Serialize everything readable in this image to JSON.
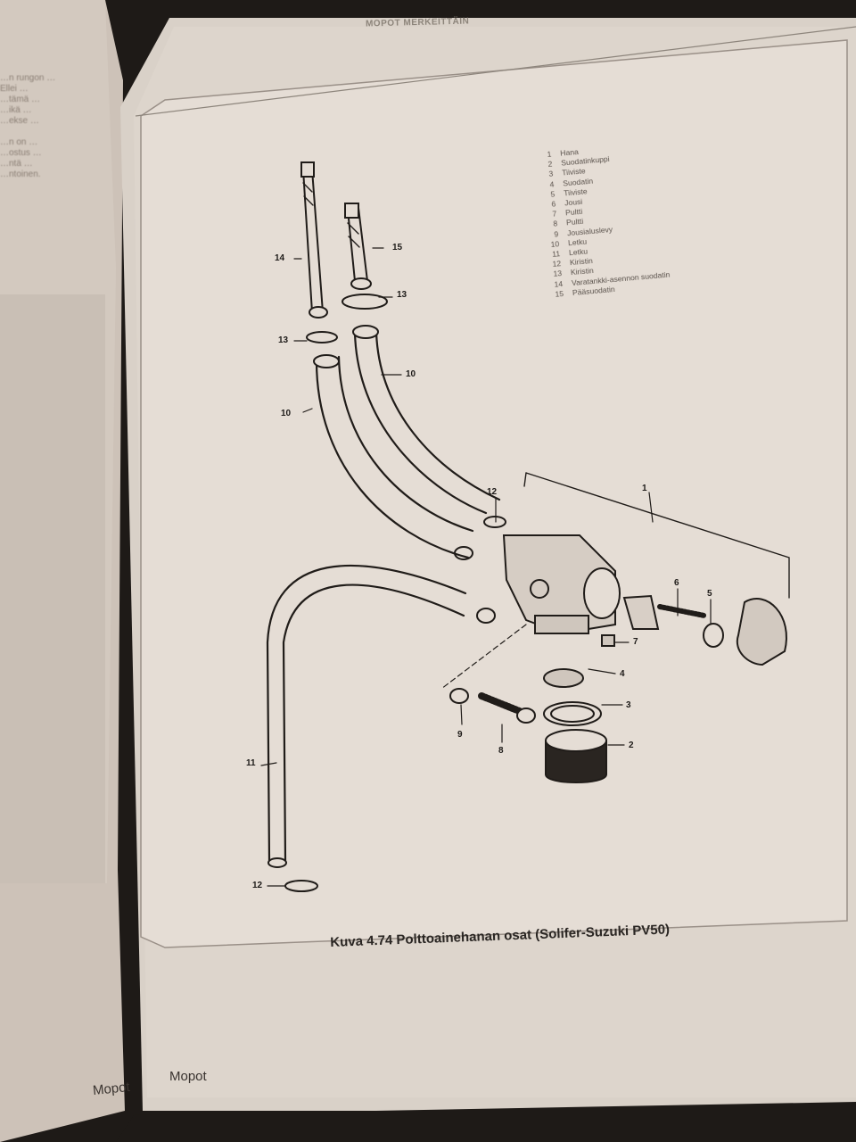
{
  "page": {
    "header": "MOPOT MERKEITTÄIN",
    "footer_right": "Mopot",
    "footer_left": "Mopot"
  },
  "left_page_text": "…n rungon …\nEllei …\n…tämä …\n…ikä …\n…ekse …\n\n…n on …\n…ostus …\n…ntä …\n…ntoinen.",
  "figure": {
    "caption": "Kuva 4.74  Polttoainehanan osat (Solifer-Suzuki PV50)",
    "legend": [
      {
        "num": "1",
        "text": "Hana"
      },
      {
        "num": "2",
        "text": "Suodatinkuppi"
      },
      {
        "num": "3",
        "text": "Tiiviste"
      },
      {
        "num": "4",
        "text": "Suodatin"
      },
      {
        "num": "5",
        "text": "Tiiviste"
      },
      {
        "num": "6",
        "text": "Jousi"
      },
      {
        "num": "7",
        "text": "Pultti"
      },
      {
        "num": "8",
        "text": "Pultti"
      },
      {
        "num": "9",
        "text": "Jousialuslevy"
      },
      {
        "num": "10",
        "text": "Letku"
      },
      {
        "num": "11",
        "text": "Letku"
      },
      {
        "num": "12",
        "text": "Kiristin"
      },
      {
        "num": "13",
        "text": "Kiristin"
      },
      {
        "num": "14",
        "text": "Varatankki-asennon suodatin"
      },
      {
        "num": "15",
        "text": "Pääsuodatin"
      }
    ],
    "callouts": [
      "14",
      "15",
      "13",
      "13",
      "10",
      "10",
      "12",
      "1",
      "6",
      "5",
      "7",
      "4",
      "3",
      "2",
      "9",
      "8",
      "11",
      "12"
    ]
  }
}
